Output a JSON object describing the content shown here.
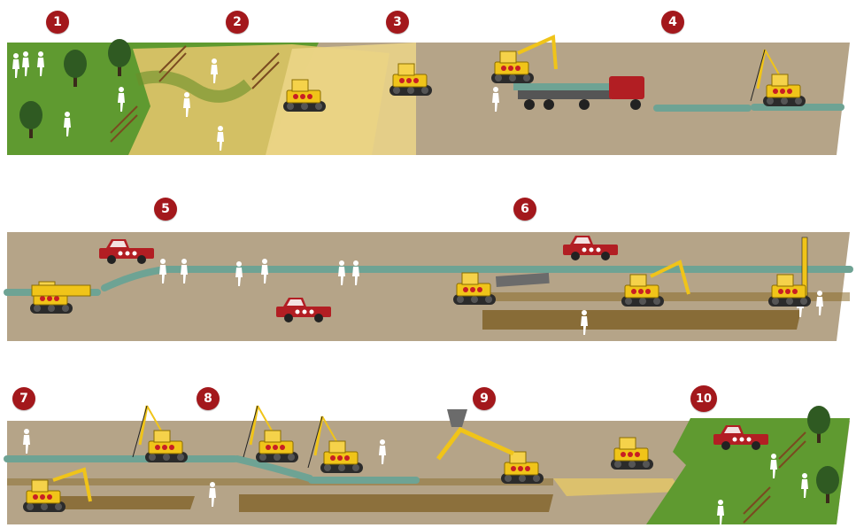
{
  "steps": [
    {
      "number": "1"
    },
    {
      "number": "2"
    },
    {
      "number": "3"
    },
    {
      "number": "4"
    },
    {
      "number": "5"
    },
    {
      "number": "6"
    },
    {
      "number": "7"
    },
    {
      "number": "8"
    },
    {
      "number": "9"
    },
    {
      "number": "10"
    }
  ],
  "colors": {
    "badge": "#a3181c",
    "ground": "#b5a488",
    "ground_shadow": "#a08e70",
    "grass": "#5f9a30",
    "sand": "#e0c46a",
    "trench": "#7a5a1c",
    "pipe": "#6ea394",
    "machine": "#f0c419",
    "truck": "#b21e23",
    "person": "#ffffff",
    "tree": "#2f5a22"
  },
  "icons": [
    "bulldozer",
    "excavator",
    "pipe-truck",
    "pickup-truck",
    "sideboom-crane",
    "drill-rig",
    "worker",
    "tree",
    "fence"
  ]
}
